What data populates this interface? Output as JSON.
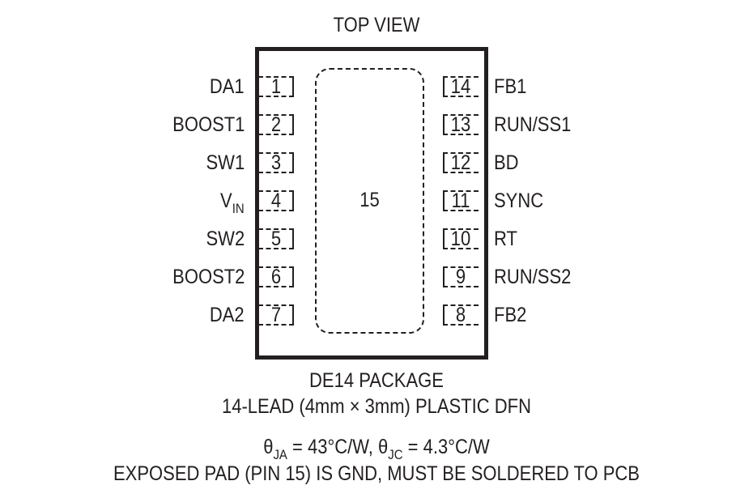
{
  "title": "TOP VIEW",
  "exposed_pad": {
    "number": "15"
  },
  "left_pins": [
    {
      "number": "1",
      "name": "DA1",
      "sub": ""
    },
    {
      "number": "2",
      "name": "BOOST1",
      "sub": ""
    },
    {
      "number": "3",
      "name": "SW1",
      "sub": ""
    },
    {
      "number": "4",
      "name": "V",
      "sub": "IN"
    },
    {
      "number": "5",
      "name": "SW2",
      "sub": ""
    },
    {
      "number": "6",
      "name": "BOOST2",
      "sub": ""
    },
    {
      "number": "7",
      "name": "DA2",
      "sub": ""
    }
  ],
  "right_pins": [
    {
      "number": "14",
      "name": "FB1"
    },
    {
      "number": "13",
      "name": "RUN/SS1"
    },
    {
      "number": "12",
      "name": "BD"
    },
    {
      "number": "11",
      "name": "SYNC"
    },
    {
      "number": "10",
      "name": "RT"
    },
    {
      "number": "9",
      "name": "RUN/SS2"
    },
    {
      "number": "8",
      "name": "FB2"
    }
  ],
  "package": {
    "name": "DE14 PACKAGE",
    "description": "14-LEAD (4mm × 3mm) PLASTIC DFN"
  },
  "thermal": {
    "theta_symbol": "θ",
    "ja_sub": "JA",
    "ja_value": " = 43°C/W, ",
    "jc_sub": "JC",
    "jc_value": " = 4.3°C/W"
  },
  "note": "EXPOSED PAD (PIN 15) IS GND, MUST BE SOLDERED TO PCB"
}
